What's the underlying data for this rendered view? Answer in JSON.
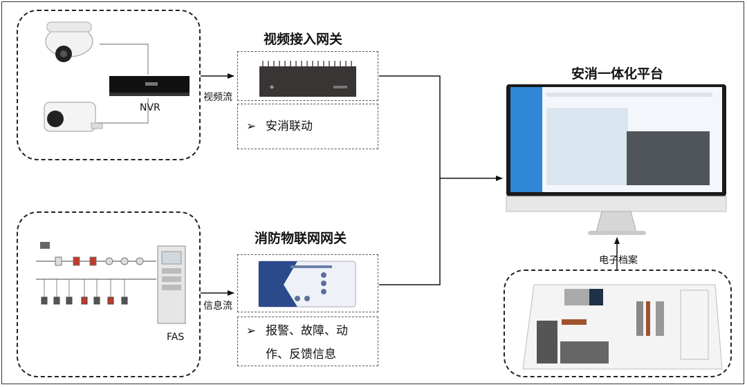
{
  "video_gateway": {
    "title": "视频接入网关",
    "bullet": "➢",
    "feature": "安消联动"
  },
  "fire_gateway": {
    "title": "消防物联网网关",
    "bullet": "➢",
    "features_line1": "报警、故障、动",
    "features_line2": "作、反馈信息"
  },
  "platform": {
    "title": "安消一体化平台"
  },
  "labels": {
    "nvr": "NVR",
    "fas": "FAS",
    "video_stream": "视频流",
    "info_stream": "信息流",
    "electronic_archive": "电子档案"
  },
  "colors": {
    "line": "#111111",
    "screen_blue": "#2f86d6",
    "monitor_bezel": "#1a1a1a"
  }
}
